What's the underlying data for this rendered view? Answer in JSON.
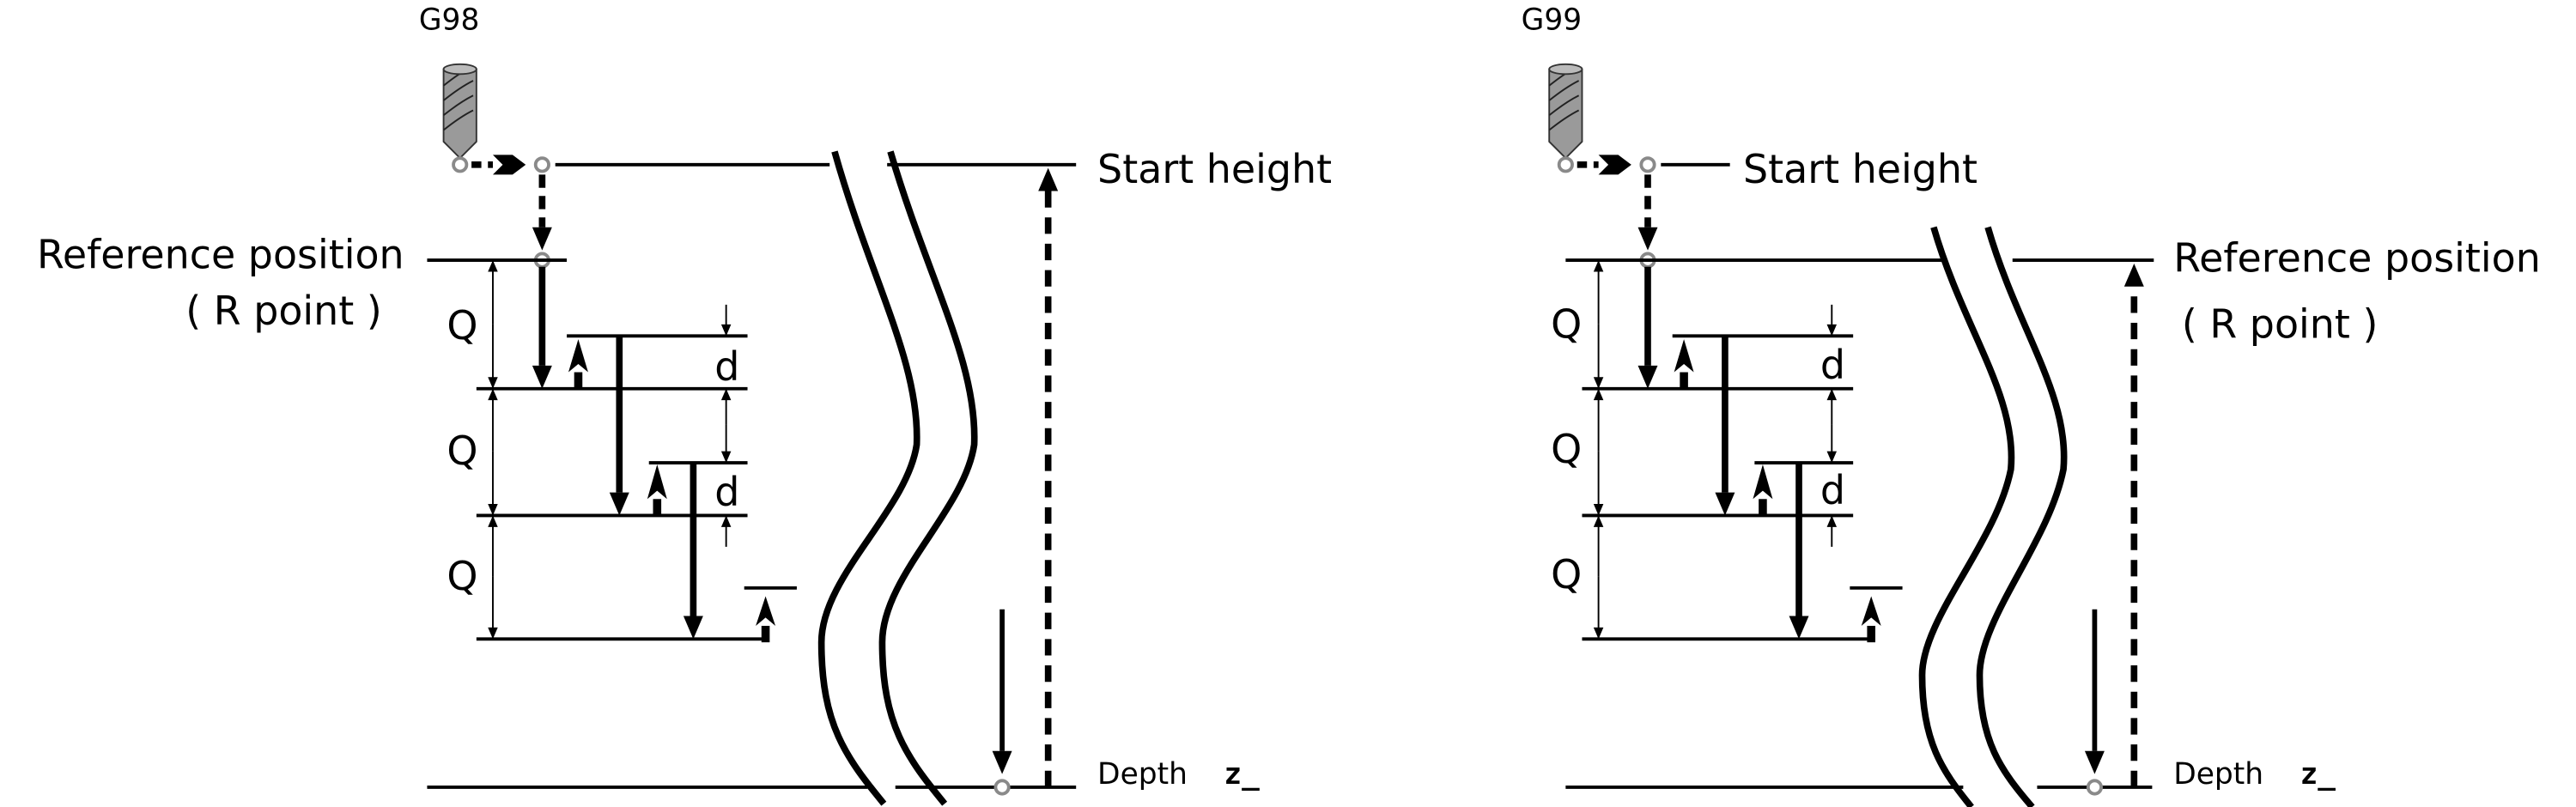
{
  "panels": [
    {
      "mode": "G98",
      "start_height": "Start height",
      "reference_position": "Reference position",
      "r_point": "( R point )",
      "depth": "Depth",
      "depth_var": "z_",
      "q_labels": [
        "Q",
        "Q",
        "Q"
      ],
      "d_labels": [
        "d",
        "d"
      ]
    },
    {
      "mode": "G99",
      "start_height": "Start height",
      "reference_position": "Reference position",
      "r_point": "( R point )",
      "depth": "Depth",
      "depth_var": "z_",
      "q_labels": [
        "Q",
        "Q",
        "Q"
      ],
      "d_labels": [
        "d",
        "d"
      ]
    }
  ],
  "colors": {
    "line": "#000000",
    "point": "#8a8a8a",
    "tool": "#9a9a9a"
  }
}
